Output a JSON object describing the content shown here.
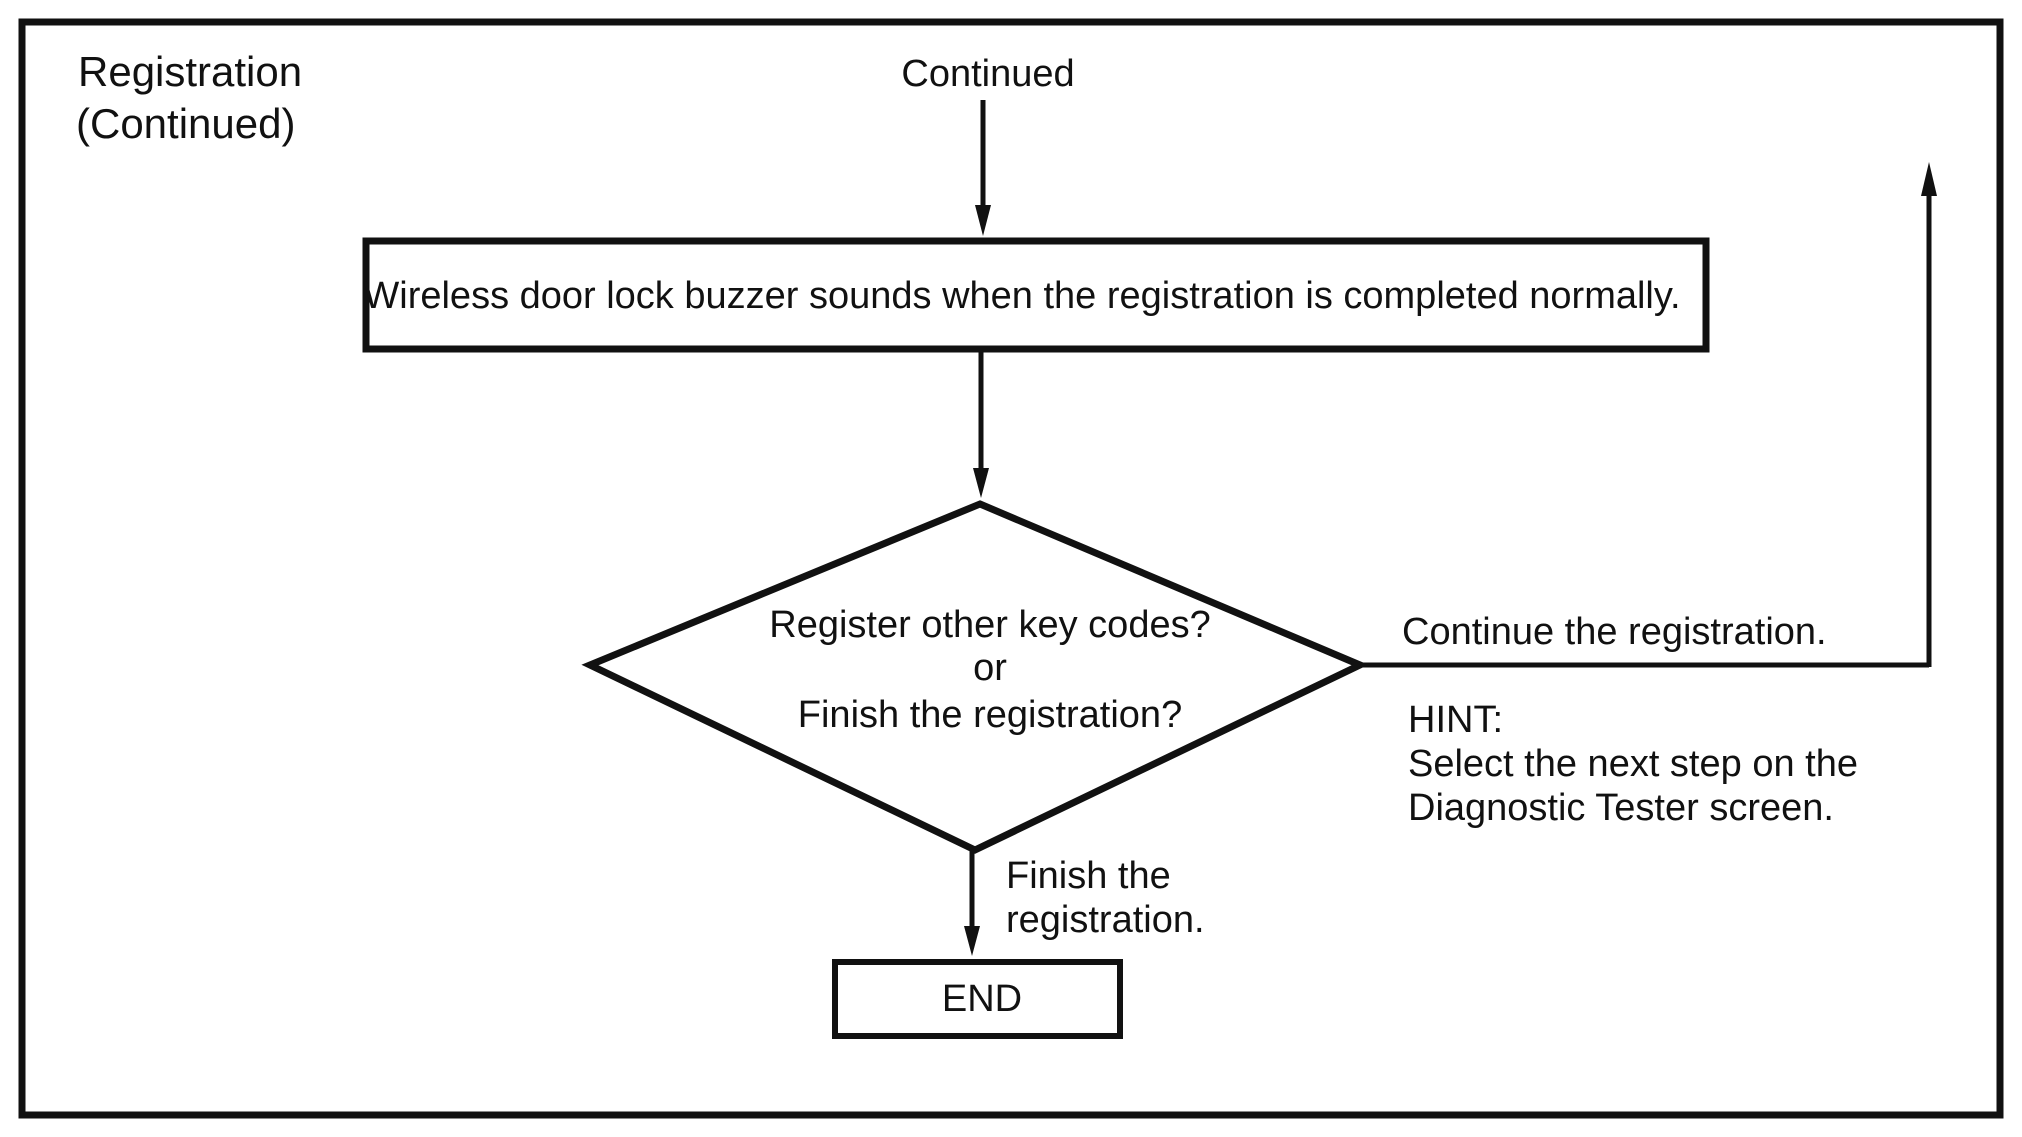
{
  "heading": {
    "title": "Registration",
    "subtitle": "(Continued)"
  },
  "connector_top": "Continued",
  "process_step": "Wireless door lock buzzer sounds when the registration is completed normally.",
  "decision": {
    "line1": "Register other key codes?",
    "line2": "or",
    "line3": "Finish the registration?"
  },
  "branch_continue": "Continue the registration.",
  "hint": {
    "label": "HINT:",
    "line1": "Select the next step on the",
    "line2": "Diagnostic Tester screen."
  },
  "branch_finish": {
    "line1": "Finish the",
    "line2": "registration."
  },
  "end_label": "END"
}
